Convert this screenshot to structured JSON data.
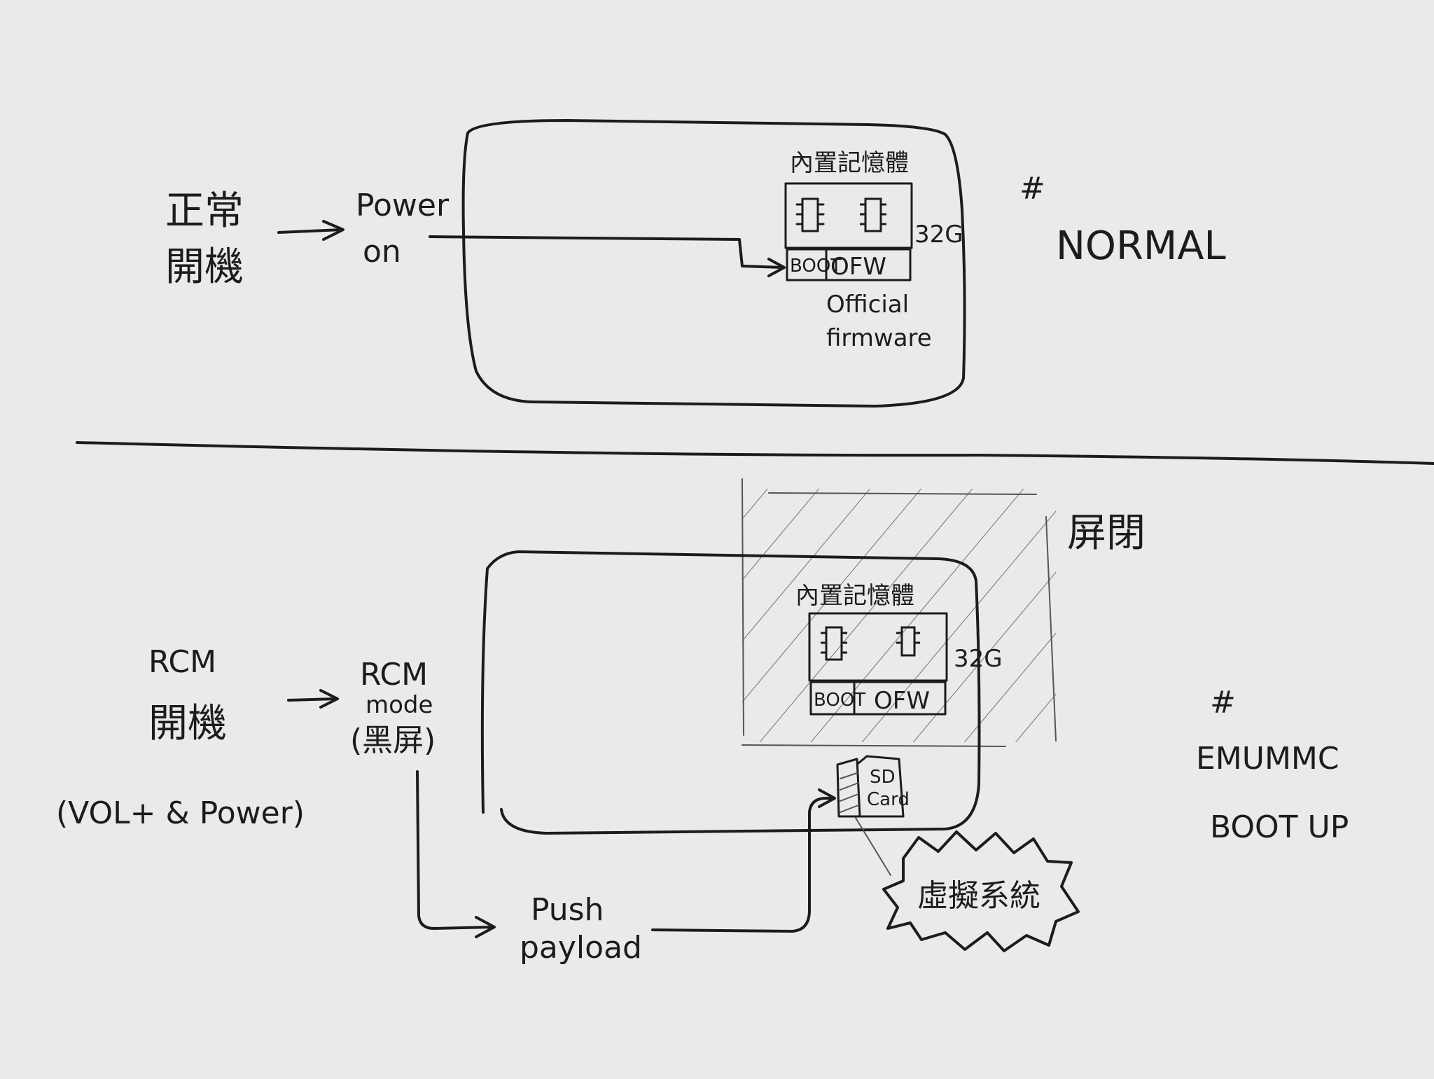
{
  "normal": {
    "boot_label_line1": "正常",
    "boot_label_line2": "開機",
    "power_on_line1": "Power",
    "power_on_line2": "on",
    "memory_title": "內置記憶體",
    "capacity": "32G",
    "boot_cell": "BOOT",
    "ofw_cell": "OFW",
    "official_firmware_line1": "Official",
    "official_firmware_line2": "firmware",
    "tag_hash": "#",
    "tag": "NORMAL"
  },
  "emummc": {
    "boot_label_line1": "RCM",
    "boot_label_line2": "開機",
    "key_combo": "(VOL+ & Power)",
    "rcm_mode_line1": "RCM",
    "rcm_mode_line2": "mode",
    "rcm_mode_line3": "(黑屏)",
    "disabled_label": "屏閉",
    "memory_title": "內置記憶體",
    "capacity": "32G",
    "boot_cell": "BOOT",
    "ofw_cell": "OFW",
    "sd_card_line1": "SD",
    "sd_card_line2": "Card",
    "virtual_system": "虛擬系統",
    "push_payload_line1": "Push",
    "push_payload_line2": "payload",
    "tag_hash": "#",
    "tag_line1": "EMUMMC",
    "tag_line2": "BOOT UP"
  }
}
